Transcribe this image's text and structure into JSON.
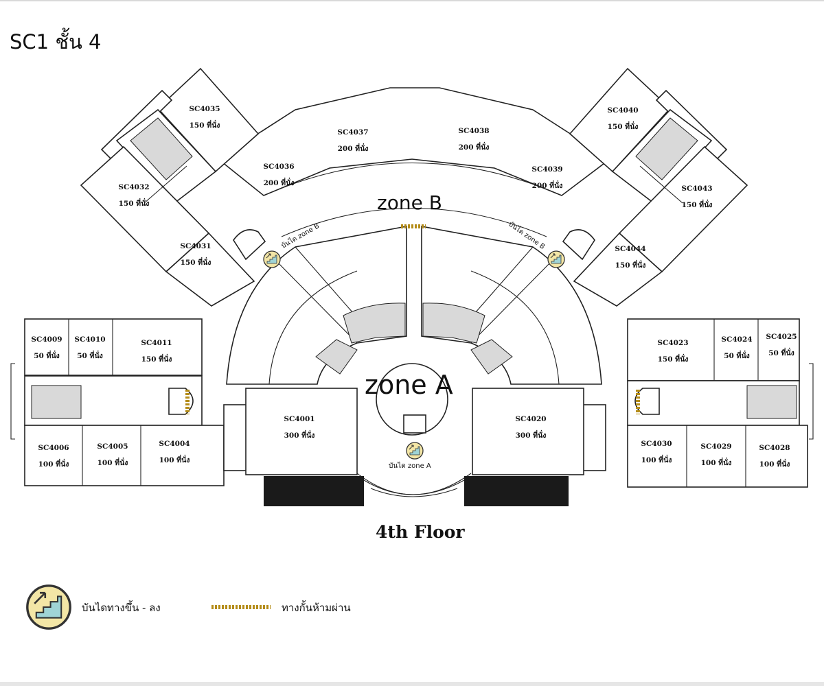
{
  "title": "SC1 ชั้น 4",
  "floor_label": "4th Floor",
  "zones": {
    "a": "zone A",
    "b": "zone B"
  },
  "stairs": {
    "zone_a": "บันได zone A",
    "zone_b_left": "บันได zone B",
    "zone_b_right": "บันได zone B"
  },
  "rooms": {
    "sc4035": {
      "code": "SC4035",
      "seats": "150 ที่นั่ง"
    },
    "sc4036": {
      "code": "SC4036",
      "seats": "200 ที่นั่ง"
    },
    "sc4037": {
      "code": "SC4037",
      "seats": "200 ที่นั่ง"
    },
    "sc4038": {
      "code": "SC4038",
      "seats": "200 ที่นั่ง"
    },
    "sc4039": {
      "code": "SC4039",
      "seats": "200 ที่นั่ง"
    },
    "sc4040": {
      "code": "SC4040",
      "seats": "150 ที่นั่ง"
    },
    "sc4032": {
      "code": "SC4032",
      "seats": "150 ที่นั่ง"
    },
    "sc4031": {
      "code": "SC4031",
      "seats": "150 ที่นั่ง"
    },
    "sc4043": {
      "code": "SC4043",
      "seats": "150 ที่นั่ง"
    },
    "sc4044": {
      "code": "SC4044",
      "seats": "150 ที่นั่ง"
    },
    "sc4009": {
      "code": "SC4009",
      "seats": "50 ที่นั่ง"
    },
    "sc4010": {
      "code": "SC4010",
      "seats": "50 ที่นั่ง"
    },
    "sc4011": {
      "code": "SC4011",
      "seats": "150 ที่นั่ง"
    },
    "sc4023": {
      "code": "SC4023",
      "seats": "150 ที่นั่ง"
    },
    "sc4024": {
      "code": "SC4024",
      "seats": "50 ที่นั่ง"
    },
    "sc4025": {
      "code": "SC4025",
      "seats": "50 ที่นั่ง"
    },
    "sc4006": {
      "code": "SC4006",
      "seats": "100 ที่นั่ง"
    },
    "sc4005": {
      "code": "SC4005",
      "seats": "100 ที่นั่ง"
    },
    "sc4004": {
      "code": "SC4004",
      "seats": "100 ที่นั่ง"
    },
    "sc4030": {
      "code": "SC4030",
      "seats": "100 ที่นั่ง"
    },
    "sc4029": {
      "code": "SC4029",
      "seats": "100 ที่นั่ง"
    },
    "sc4028": {
      "code": "SC4028",
      "seats": "100 ที่นั่ง"
    },
    "sc4001": {
      "code": "SC4001",
      "seats": "300 ที่นั่ง"
    },
    "sc4020": {
      "code": "SC4020",
      "seats": "300 ที่นั่ง"
    }
  },
  "legend": {
    "stairs": "บันไดทางขึ้น - ลง",
    "barrier": "ทางกั้นห้ามผ่าน"
  },
  "colors": {
    "stair_fill": "#f3e6a6",
    "barrier": "#b48c18"
  },
  "icons": {
    "stairs": "stairs-icon",
    "barrier": "barrier-line"
  }
}
